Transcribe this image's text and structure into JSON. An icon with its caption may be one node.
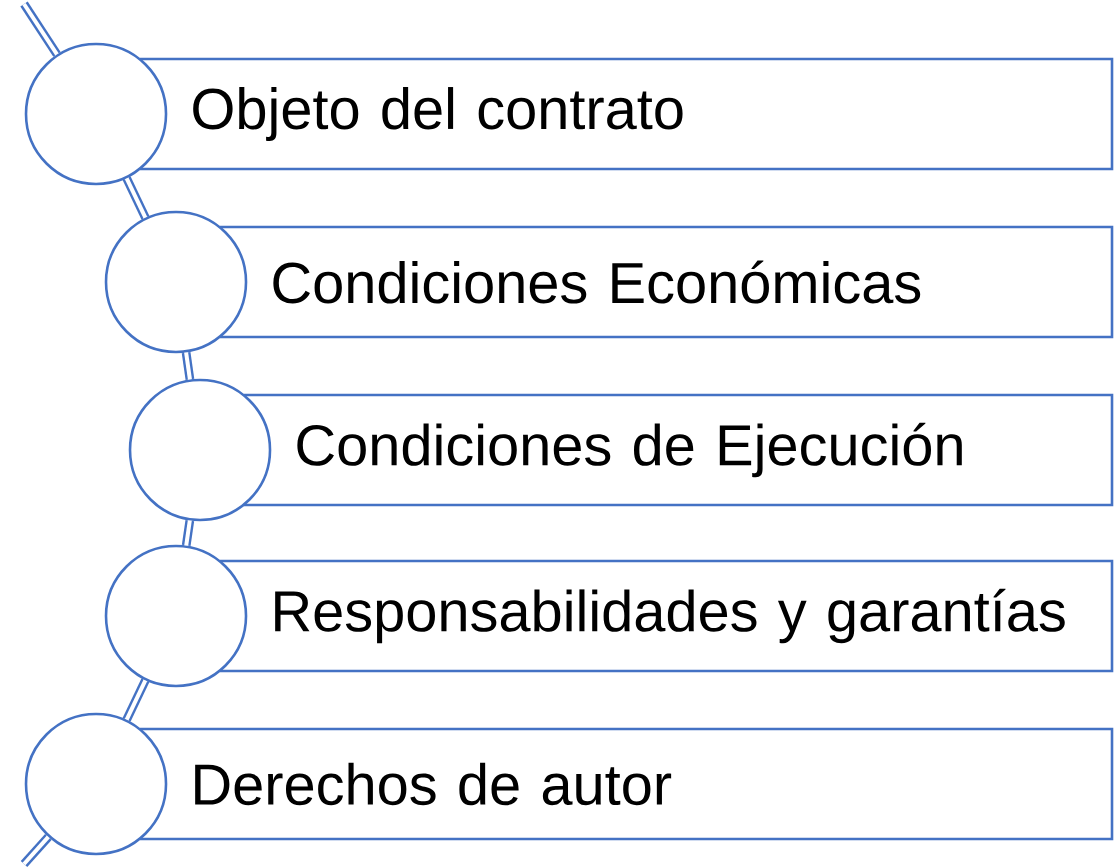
{
  "diagram": {
    "nodes": [
      {
        "text": [
          "Objeto del contrato"
        ]
      },
      {
        "text": [
          "Condiciones Económicas"
        ]
      },
      {
        "text": [
          "Condiciones de Ejecución"
        ]
      },
      {
        "text": [
          "Responsabilidades y garantías"
        ]
      },
      {
        "text": [
          "Derechos de autor"
        ]
      },
      {
        "text": [],
        "shape": "circle"
      },
      {
        "text": [],
        "shape": "circle"
      },
      {
        "text": [],
        "shape": "circle"
      },
      {
        "text": [],
        "shape": "circle"
      },
      {
        "text": [],
        "shape": "circle"
      }
    ],
    "edges": [
      {
        "from": null,
        "to": 5,
        "arrow": "none"
      },
      {
        "from": 5,
        "to": 6,
        "arrow": "none"
      },
      {
        "from": 6,
        "to": 7,
        "arrow": "none"
      },
      {
        "from": 7,
        "to": 8,
        "arrow": "none"
      },
      {
        "from": 8,
        "to": 9,
        "arrow": "none"
      },
      {
        "from": 9,
        "to": null,
        "arrow": "none"
      }
    ]
  }
}
